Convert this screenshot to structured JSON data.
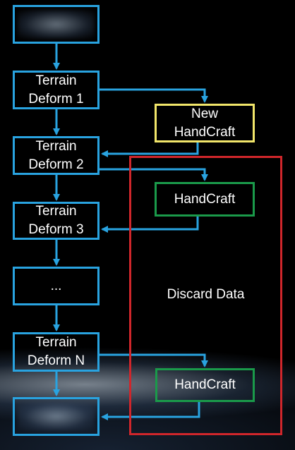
{
  "left_column": {
    "start": {
      "lines": []
    },
    "deform1": {
      "lines": [
        "Terrain",
        "Deform 1"
      ]
    },
    "deform2": {
      "lines": [
        "Terrain",
        "Deform 2"
      ]
    },
    "deform3": {
      "lines": [
        "Terrain",
        "Deform 3"
      ]
    },
    "ellipsis": {
      "lines": [
        "..."
      ]
    },
    "deformN": {
      "lines": [
        "Terrain",
        "Deform N"
      ]
    },
    "final": {
      "lines": []
    }
  },
  "right_column": {
    "new_handcraft": {
      "lines": [
        "New",
        "HandCraft"
      ]
    },
    "handcraft_1": {
      "lines": [
        "HandCraft"
      ]
    },
    "handcraft_2": {
      "lines": [
        "HandCraft"
      ]
    }
  },
  "discard_region": {
    "label": "Discard Data"
  },
  "colors": {
    "left_border": "#29a3e0",
    "arrow": "#29a3e0",
    "new_border": "#f2e66a",
    "handcraft_border": "#1a9a4a",
    "discard_border": "#d0262b",
    "text": "#ffffff"
  }
}
